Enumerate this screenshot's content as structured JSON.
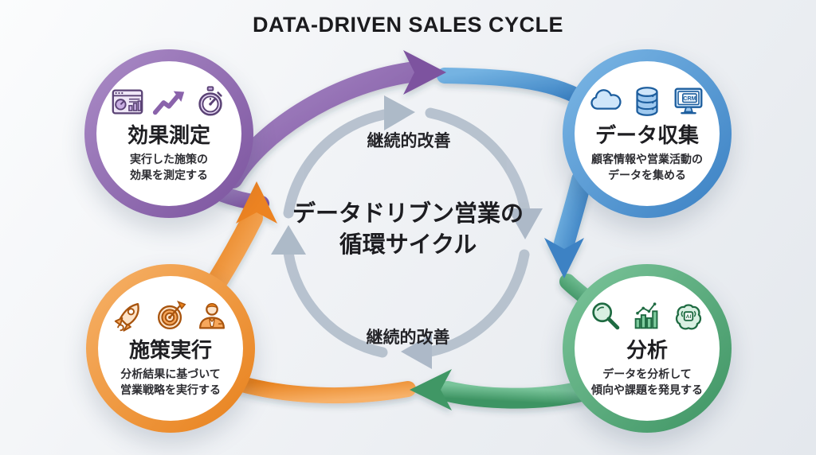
{
  "page": {
    "title": "DATA-DRIVEN SALES CYCLE"
  },
  "center_caption": {
    "line1": "データドリブン営業の",
    "line2": "循環サイクル"
  },
  "inner_cycle": {
    "top_label": "継続的改善",
    "bottom_label": "継続的改善",
    "direction": "clockwise",
    "arrow_color": "#b5c0cd"
  },
  "nodes": {
    "measure": {
      "title": "効果測定",
      "desc1": "実行した施策の",
      "desc2": "効果を測定する",
      "color": "#7e57a2",
      "icons": [
        "dashboard-chart-icon",
        "trend-up-icon",
        "stopwatch-icon"
      ]
    },
    "collect": {
      "title": "データ収集",
      "desc1": "顧客情報や営業活動の",
      "desc2": "データを集める",
      "color": "#3f86c8",
      "crm_label": "CRM",
      "icons": [
        "cloud-icon",
        "database-icon",
        "crm-monitor-icon"
      ]
    },
    "execute": {
      "title": "施策実行",
      "desc1": "分析結果に基づいて",
      "desc2": "営業戦略を実行する",
      "color": "#ee8a2e",
      "icons": [
        "rocket-icon",
        "target-icon",
        "businessman-icon"
      ]
    },
    "analyze": {
      "title": "分析",
      "desc1": "データを分析して",
      "desc2": "傾向や課題を発見する",
      "color": "#4aa372",
      "ai_label": "AI",
      "icons": [
        "magnifier-icon",
        "bar-chart-icon",
        "ai-brain-icon"
      ]
    }
  }
}
